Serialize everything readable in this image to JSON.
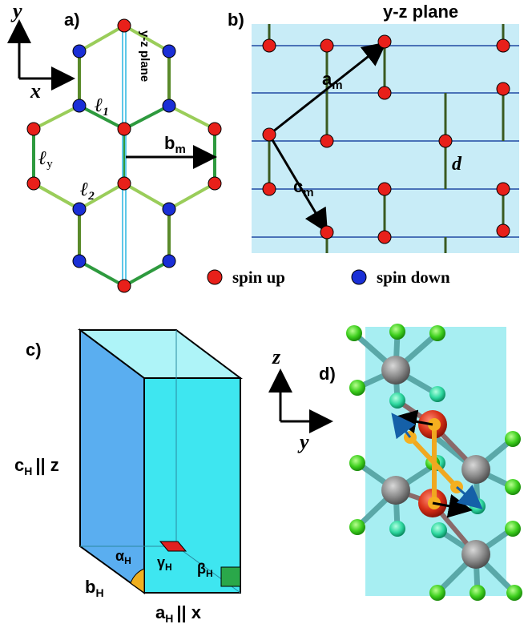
{
  "panels": {
    "a": {
      "label": "a)",
      "axis_y": "y",
      "axis_x": "x",
      "plane_label": "y-z plane",
      "l1": "ℓ",
      "l1_sub": "1",
      "l2": "ℓ",
      "l2_sub": "2",
      "ly": "ℓ",
      "ly_sub": "y",
      "bm": "b",
      "bm_sub": "m"
    },
    "b": {
      "label": "b)",
      "title": "y-z plane",
      "am": "a",
      "am_sub": "m",
      "cm": "c",
      "cm_sub": "m",
      "d": "d",
      "legend_up": "spin up",
      "legend_down": "spin down"
    },
    "c": {
      "label": "c)",
      "ch": "c",
      "ch_sub": "H",
      "ch_rel": "|| z",
      "bh": "b",
      "bh_sub": "H",
      "ah": "a",
      "ah_sub": "H",
      "ah_rel": "|| x",
      "alpha": "α",
      "alpha_sub": "H",
      "beta": "β",
      "beta_sub": "H",
      "gamma": "γ",
      "gamma_sub": "H"
    },
    "d": {
      "label": "d)",
      "axis_z": "z",
      "axis_y": "y"
    }
  },
  "colors": {
    "spin_up": "#e8201a",
    "spin_down": "#1a2fd6",
    "plane_bg": "#c8ecf7",
    "cyan_face": "#3ee6f0",
    "blue_face": "#5aaef0"
  }
}
